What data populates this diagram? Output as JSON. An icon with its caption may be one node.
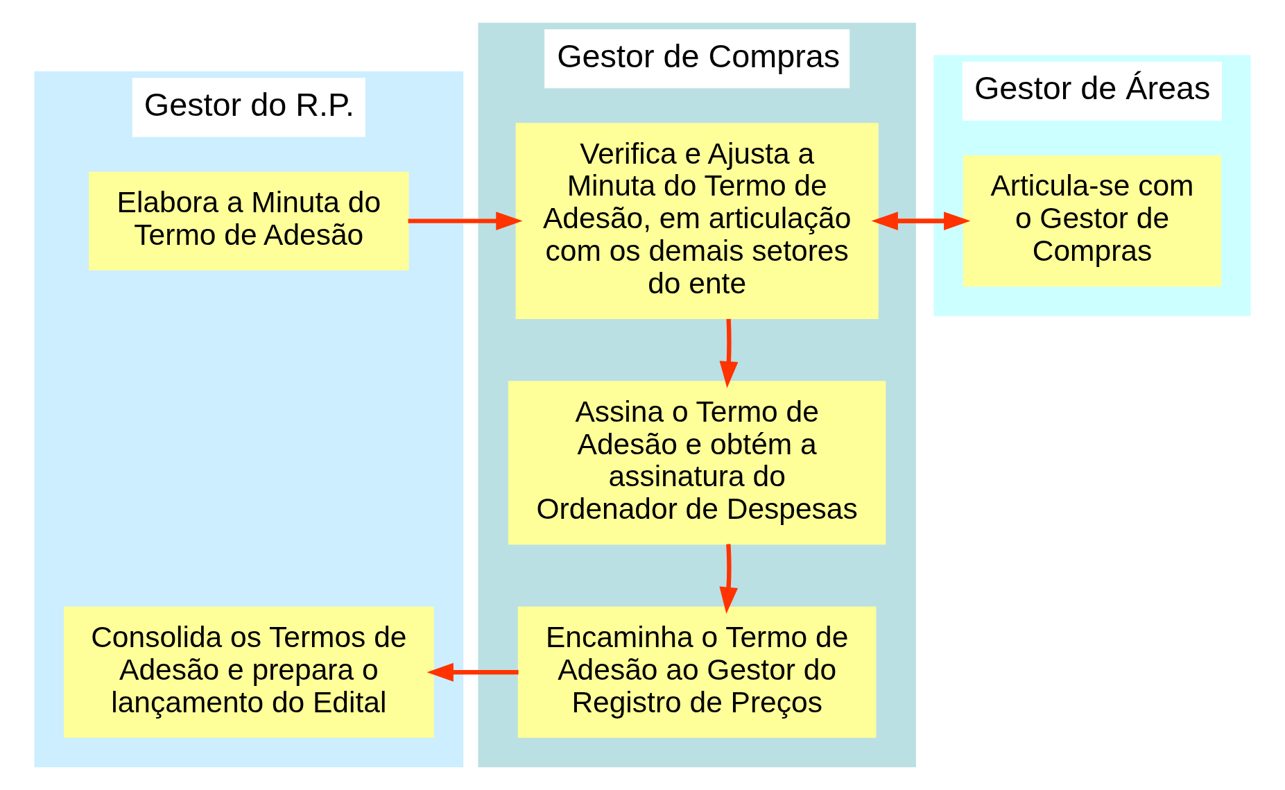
{
  "diagram": {
    "nodes": [
      {
        "text": [
          "Gestor do R.P."
        ]
      },
      {
        "text": [
          "Elabora a Minuta do Termo de Adesão"
        ],
        "in": 0
      },
      {
        "text": [
          "Consolida os Termos de Adesão e prepara o lançamento do Edital"
        ],
        "in": 0
      },
      {
        "text": [
          "Gestor de Compras"
        ]
      },
      {
        "text": [
          "Verifica e Ajusta a Minuta do Termo de Adesão, em articulação com os demais setores do ente"
        ],
        "in": 3
      },
      {
        "text": [
          "Assina o Termo de Adesão e obtém a assinatura do Ordenador de Despesas"
        ],
        "in": 3
      },
      {
        "text": [
          "Encaminha o Termo de Adesão ao Gestor do Registro de Preços"
        ],
        "in": 3
      },
      {
        "text": [
          "Gestor de Áreas"
        ]
      },
      {
        "text": [
          "Articula-se com o Gestor de Compras"
        ],
        "in": 7
      }
    ],
    "edges": [
      {
        "from": 1,
        "to": 4,
        "arrow": "to"
      },
      {
        "from": 4,
        "to": 8,
        "arrow": "to"
      },
      {
        "from": 8,
        "to": 4,
        "arrow": "to"
      },
      {
        "from": 4,
        "to": 5,
        "arrow": "to"
      },
      {
        "from": 5,
        "to": 6,
        "arrow": "to"
      },
      {
        "from": 6,
        "to": 2,
        "arrow": "to"
      }
    ]
  }
}
